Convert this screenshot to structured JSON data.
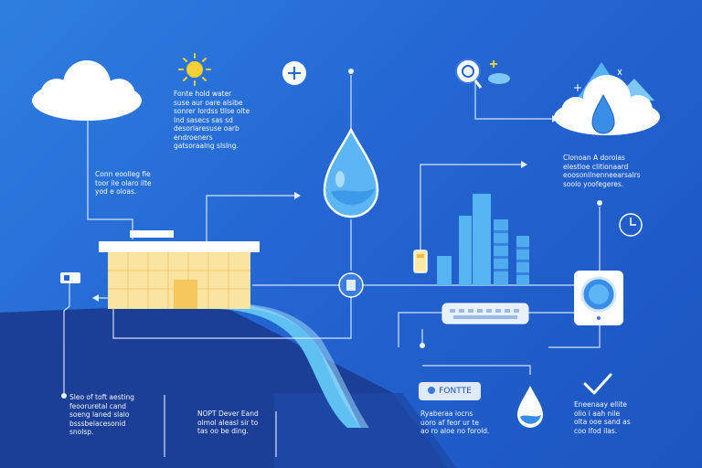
{
  "colors": {
    "background": "#2466d3",
    "sea": "#1b3f97",
    "river": "#5fc0f2",
    "water_drop": "#5cb6f4",
    "building_wall": "#fbe3a1",
    "building_door": "#f6c75a",
    "sun": "#ffcf33",
    "bars": "#55b5f2",
    "connector": "#e8f1ff"
  },
  "icons": [
    "cloud-icon",
    "sun-icon",
    "plus-icon",
    "water-drop-icon",
    "magnifier-icon",
    "mountain-cloud-icon",
    "clock-icon",
    "check-icon",
    "pipe-icon",
    "sensor-device-icon",
    "building-icon",
    "bar-chart-icon"
  ],
  "texts": {
    "top_left_block": "Fonte hold water\nsuse aur oare alsibe\nsonrer lordss tllse olte\nlnd sasecs sas sd\ndesorlaresuse oarb\nendroeners\ngatsoraalng slslng.",
    "left_mid_block": "Conn eoolleg fie\ntoor ile olaro ilte\nyod e oloas.",
    "bottom_left_block": "Sleo of toft aesting\nfeooruretal cand\nsoeng laned slalo\nbsssbelacesonid\nsnolsp.",
    "bottom_mid_block": "NOPT Dever Eand\nolmol aleasl sir to\ntas oo be ding.",
    "bottom_center_block": "Ryaberaa iocns\nuoro af feor ur te\nao ro aloe no forold.",
    "right_mid_block": "Clonoan A dorolas\nelestloe clitionaard\neoosonilnenneearsalrs\nsoolo yoofegeres.",
    "bottom_right_block": "Eneenaay ellite\nolio i aah nile\nolta ooe sand as\ncoo lfod ilas."
  },
  "badge": {
    "label": "FONTTE"
  }
}
